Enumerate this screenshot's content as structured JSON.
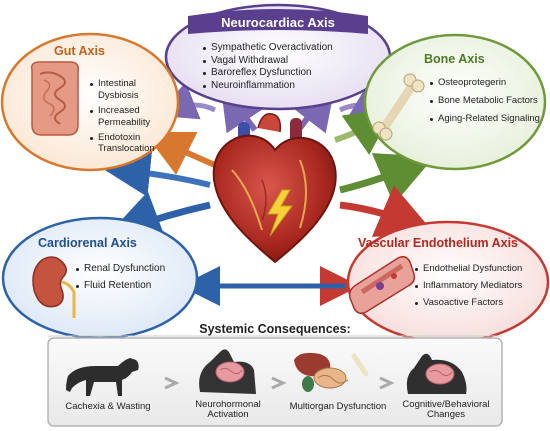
{
  "colors": {
    "neurocardiac": "#5b3f8f",
    "gut": "#d8782e",
    "bone": "#6f9a3c",
    "cardiorenal": "#2d62a8",
    "vascular": "#c43a33",
    "heart": "#b8322c"
  },
  "neurocardiac": {
    "title": "Neurocardiac Axis",
    "items": [
      "Sympathetic Overactivation",
      "Vagal Withdrawal",
      "Baroreflex Dysfunction",
      "Neuroinflammation"
    ]
  },
  "gut": {
    "title": "Gut Axis",
    "items": [
      "Intestinal Dysbiosis",
      "Increased Permeability",
      "Endotoxin Translocation"
    ]
  },
  "bone": {
    "title": "Bone Axis",
    "items": [
      "Osteoprotegerin",
      "Bone Metabolic Factors",
      "Aging-Related Signaling"
    ]
  },
  "cardiorenal": {
    "title": "Cardiorenal Axis",
    "items": [
      "Renal Dysfunction",
      "Fluid Retention"
    ]
  },
  "vascular": {
    "title": "Vascular Endothelium Axis",
    "items": [
      "Endothelial Dysfunction",
      "Inflammatory Mediators",
      "Vasoactive Factors"
    ]
  },
  "consequences": {
    "title": "Systemic Consequences:",
    "items": [
      [
        "Cachexia & Wasting"
      ],
      [
        "Neurohormonal",
        "Activation"
      ],
      [
        "Multiorgan Dysfunction"
      ],
      [
        "Cognitive/Behavioral",
        "Changes"
      ]
    ]
  },
  "icons": [
    "heart-icon",
    "lightning-icon",
    "intestine-icon",
    "bone-icon",
    "kidney-icon",
    "blood-vessel-icon",
    "dog-icon",
    "brain-icon",
    "organs-icon",
    "chevron-right-icon"
  ]
}
